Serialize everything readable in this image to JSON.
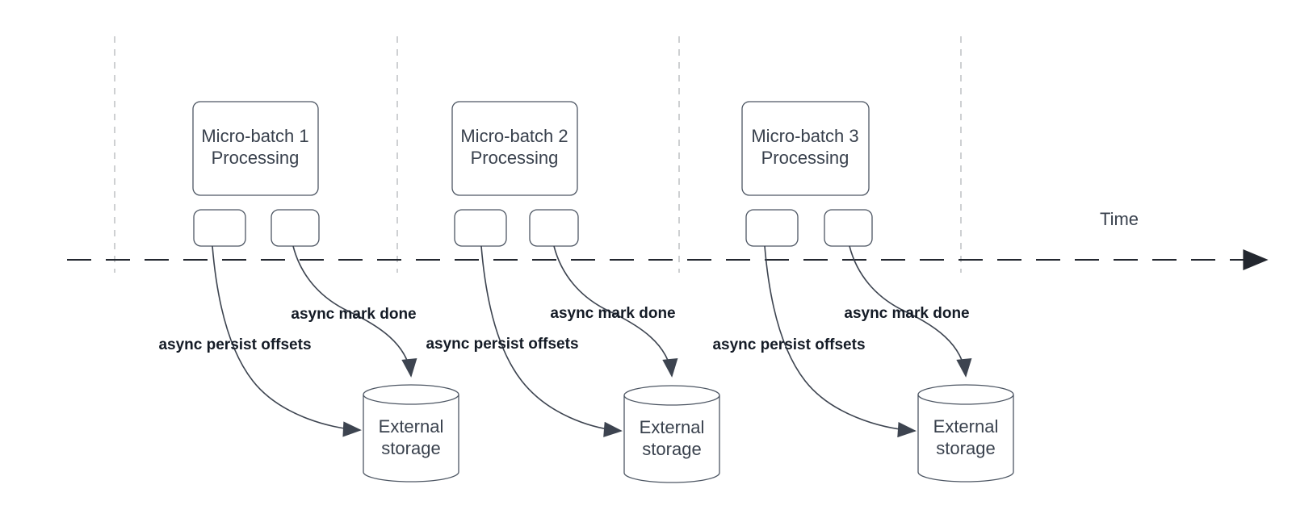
{
  "diagram": {
    "time_axis_label": "Time",
    "groups": [
      {
        "batch_line1": "Micro-batch 1",
        "batch_line2": "Processing",
        "persist_label": "async persist offsets",
        "done_label": "async mark done",
        "storage_line1": "External",
        "storage_line2": "storage"
      },
      {
        "batch_line1": "Micro-batch 2",
        "batch_line2": "Processing",
        "persist_label": "async persist offsets",
        "done_label": "async mark done",
        "storage_line1": "External",
        "storage_line2": "storage"
      },
      {
        "batch_line1": "Micro-batch 3",
        "batch_line2": "Processing",
        "persist_label": "async persist offsets",
        "done_label": "async mark done",
        "storage_line1": "External",
        "storage_line2": "storage"
      }
    ],
    "colors": {
      "background": "#ffffff",
      "shape_stroke": "#4d5663",
      "connector": "#3d4450",
      "timeline": "#23272f",
      "node_text": "#39414d",
      "edge_label_text": "#141b26",
      "guide_line": "#b4b7ba"
    }
  }
}
